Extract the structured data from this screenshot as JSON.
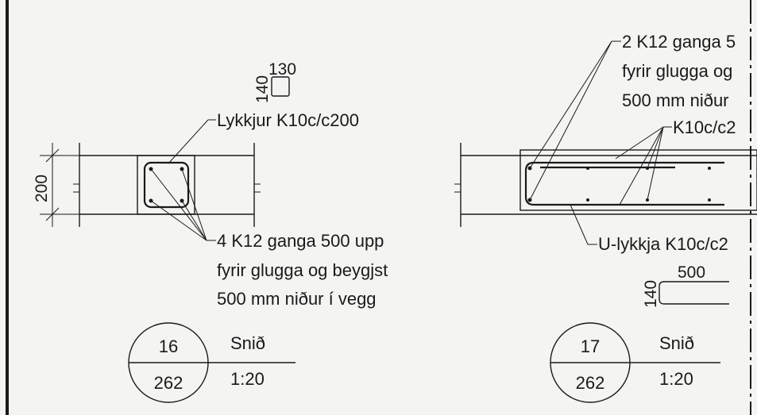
{
  "detail16": {
    "stirrup_small_width": "130",
    "stirrup_small_height": "140",
    "stirrup_label": "Lykkjur K10c/c200",
    "dim_height": "200",
    "bars_line1": "4 K12 ganga 500 upp",
    "bars_line2": "fyrir glugga og beygjst",
    "bars_line3": "500 mm niður í vegg",
    "section_number": "16",
    "sheet_number": "262",
    "title": "Snið",
    "scale": "1:20"
  },
  "detail17": {
    "bars_line1": "2 K12 ganga 5",
    "bars_line2": "fyrir glugga og",
    "bars_line3": "500 mm niður",
    "k10_label": "K10c/c2",
    "u_label": "U-lykkja K10c/c2",
    "u_width": "500",
    "u_height": "140",
    "section_number": "17",
    "sheet_number": "262",
    "title": "Snið",
    "scale": "1:20"
  },
  "colors": {
    "ink": "#1a1a1a",
    "paper": "#f4f4f2",
    "concrete": "#d9d9d6"
  }
}
